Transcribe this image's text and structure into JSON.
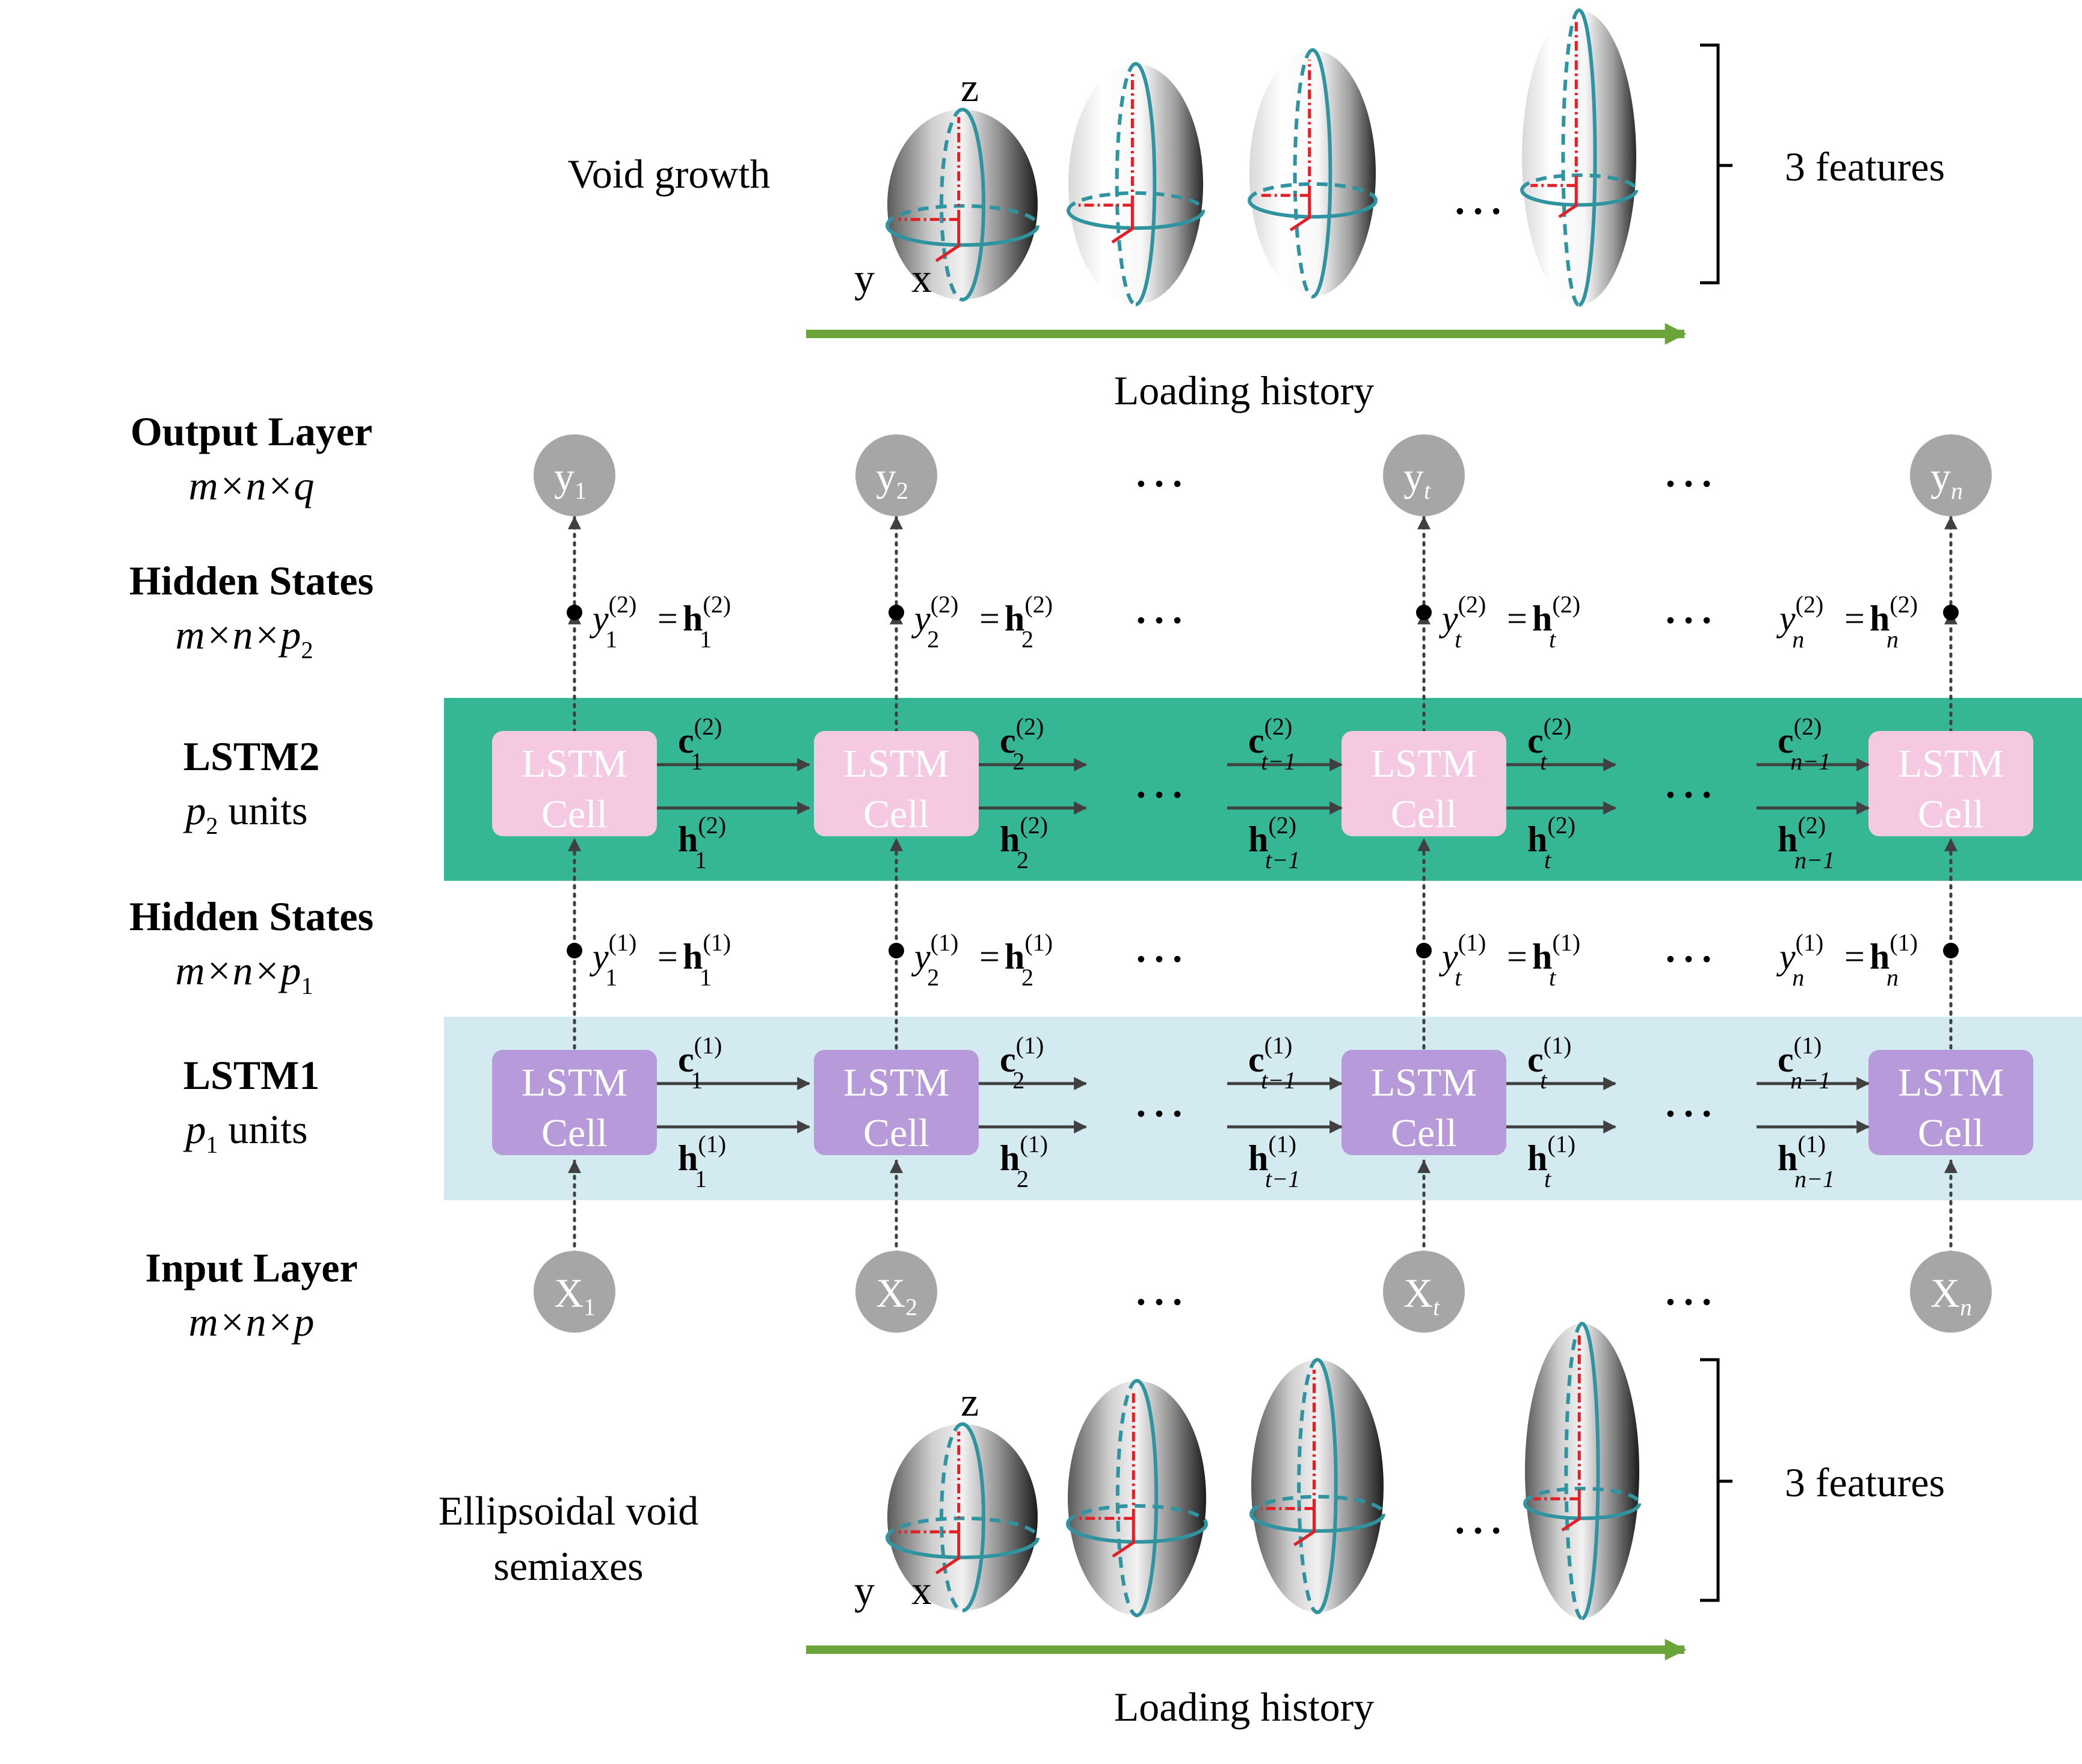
{
  "top_panel": {
    "label": "Void growth",
    "features": "3 features",
    "axis_z": "z",
    "axis_y": "y",
    "axis_x": "x",
    "arrow_label": "Loading history"
  },
  "bottom_panel": {
    "label_line1": "Ellipsoidal void",
    "label_line2": "semiaxes",
    "features": "3 features",
    "axis_z": "z",
    "axis_y": "y",
    "axis_x": "x",
    "arrow_label": "Loading history"
  },
  "row_labels": {
    "output_title": "Output Layer",
    "output_dims": "m×n×q",
    "hidden2_title": "Hidden States",
    "hidden2_dims": "m×n×p",
    "hidden2_dims_sub": "2",
    "lstm2_title": "LSTM2",
    "lstm2_units_p": "p",
    "lstm2_units_sub": "2",
    "lstm2_units_word": " units",
    "hidden1_title": "Hidden States",
    "hidden1_dims": "m×n×p",
    "hidden1_dims_sub": "1",
    "lstm1_title": "LSTM1",
    "lstm1_units_p": "p",
    "lstm1_units_sub": "1",
    "lstm1_units_word": " units",
    "input_title": "Input Layer",
    "input_dims": "m×n×p"
  },
  "cell": {
    "line1": "LSTM",
    "line2": "Cell"
  },
  "columns": [
    {
      "sub": "1",
      "sub_italic": false
    },
    {
      "sub": "2",
      "sub_italic": false
    },
    {
      "sub": "t",
      "sub_italic": true
    },
    {
      "sub": "n",
      "sub_italic": true
    }
  ],
  "state_prev": [
    {
      "sub": "t−1"
    },
    {
      "sub": "n−1"
    }
  ],
  "symbols": {
    "y": "y",
    "X": "X",
    "c": "c",
    "h": "h",
    "eq": "=",
    "layer1": "(1)",
    "layer2": "(2)",
    "ellipsis": "…"
  },
  "colors": {
    "lstm2_band": "#35b795",
    "lstm1_band": "#d3eaf1",
    "lstm2_cell": "#f5c9e1",
    "lstm1_cell": "#b79ad9",
    "node": "#a6a6a6",
    "history_arrow": "#6ba539",
    "ellipsoid_axis": "#2f94a0",
    "semiaxis": "#e31e24"
  }
}
